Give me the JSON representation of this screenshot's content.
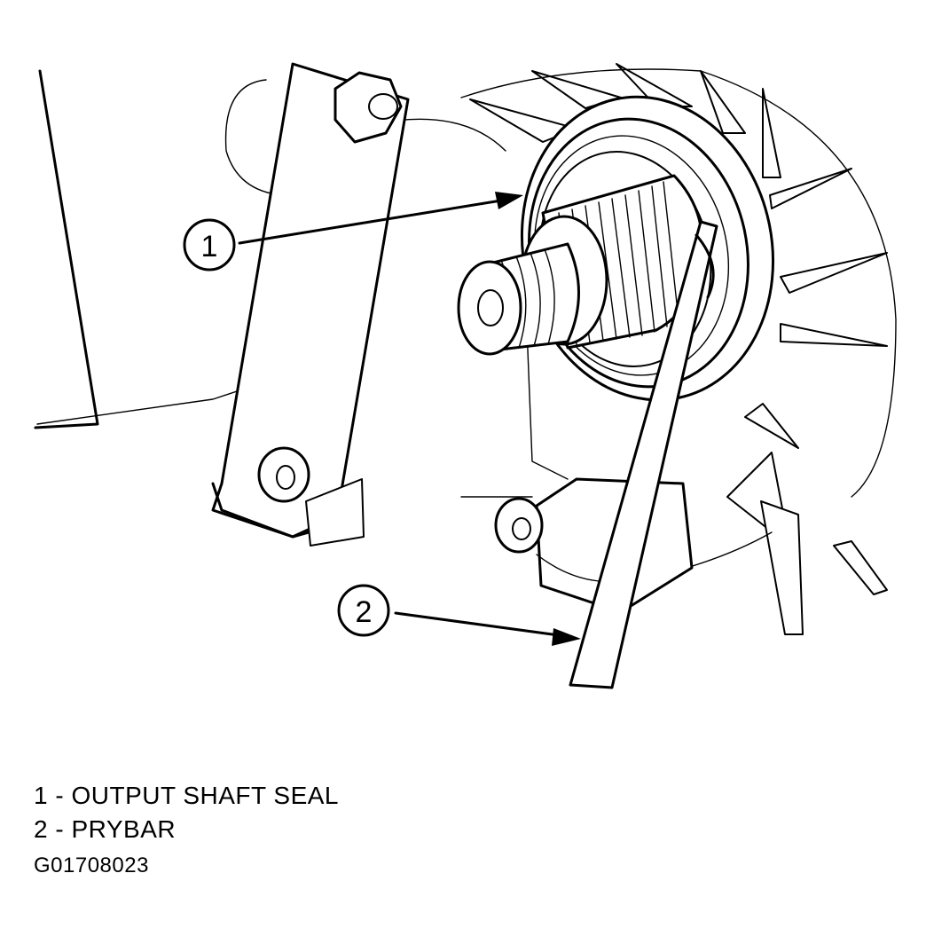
{
  "diagram": {
    "callouts": [
      {
        "number": "1",
        "label": "OUTPUT SHAFT SEAL"
      },
      {
        "number": "2",
        "label": "PRYBAR"
      }
    ],
    "figure_code": "G01708023"
  }
}
